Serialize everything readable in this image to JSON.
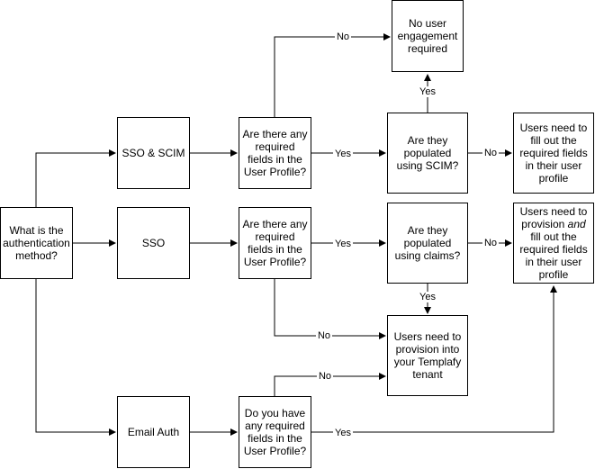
{
  "nodes": {
    "q_auth": "What is the authentication method?",
    "sso_scim": "SSO & SCIM",
    "sso": "SSO",
    "email_auth": "Email Auth",
    "q_req_scim": "Are there any required fields in the User Profile?",
    "q_req_sso": "Are there any required fields in the User Profile?",
    "q_req_email": "Do you have any required fields in the User Profile?",
    "q_pop_scim": "Are they populated using SCIM?",
    "q_pop_claims": "Are they populated using claims?",
    "no_engagement": "No user engagement required",
    "fill_out_scim": "Users need to fill out the required fields in their user profile",
    "provision_fill_pre": "Users need to provision ",
    "provision_fill_em": "and",
    "provision_fill_post": " fill out the required fields in their user profile",
    "provision_tenant": "Users need to provision into your Templafy tenant"
  },
  "edge_labels": {
    "yes": "Yes",
    "no": "No"
  }
}
